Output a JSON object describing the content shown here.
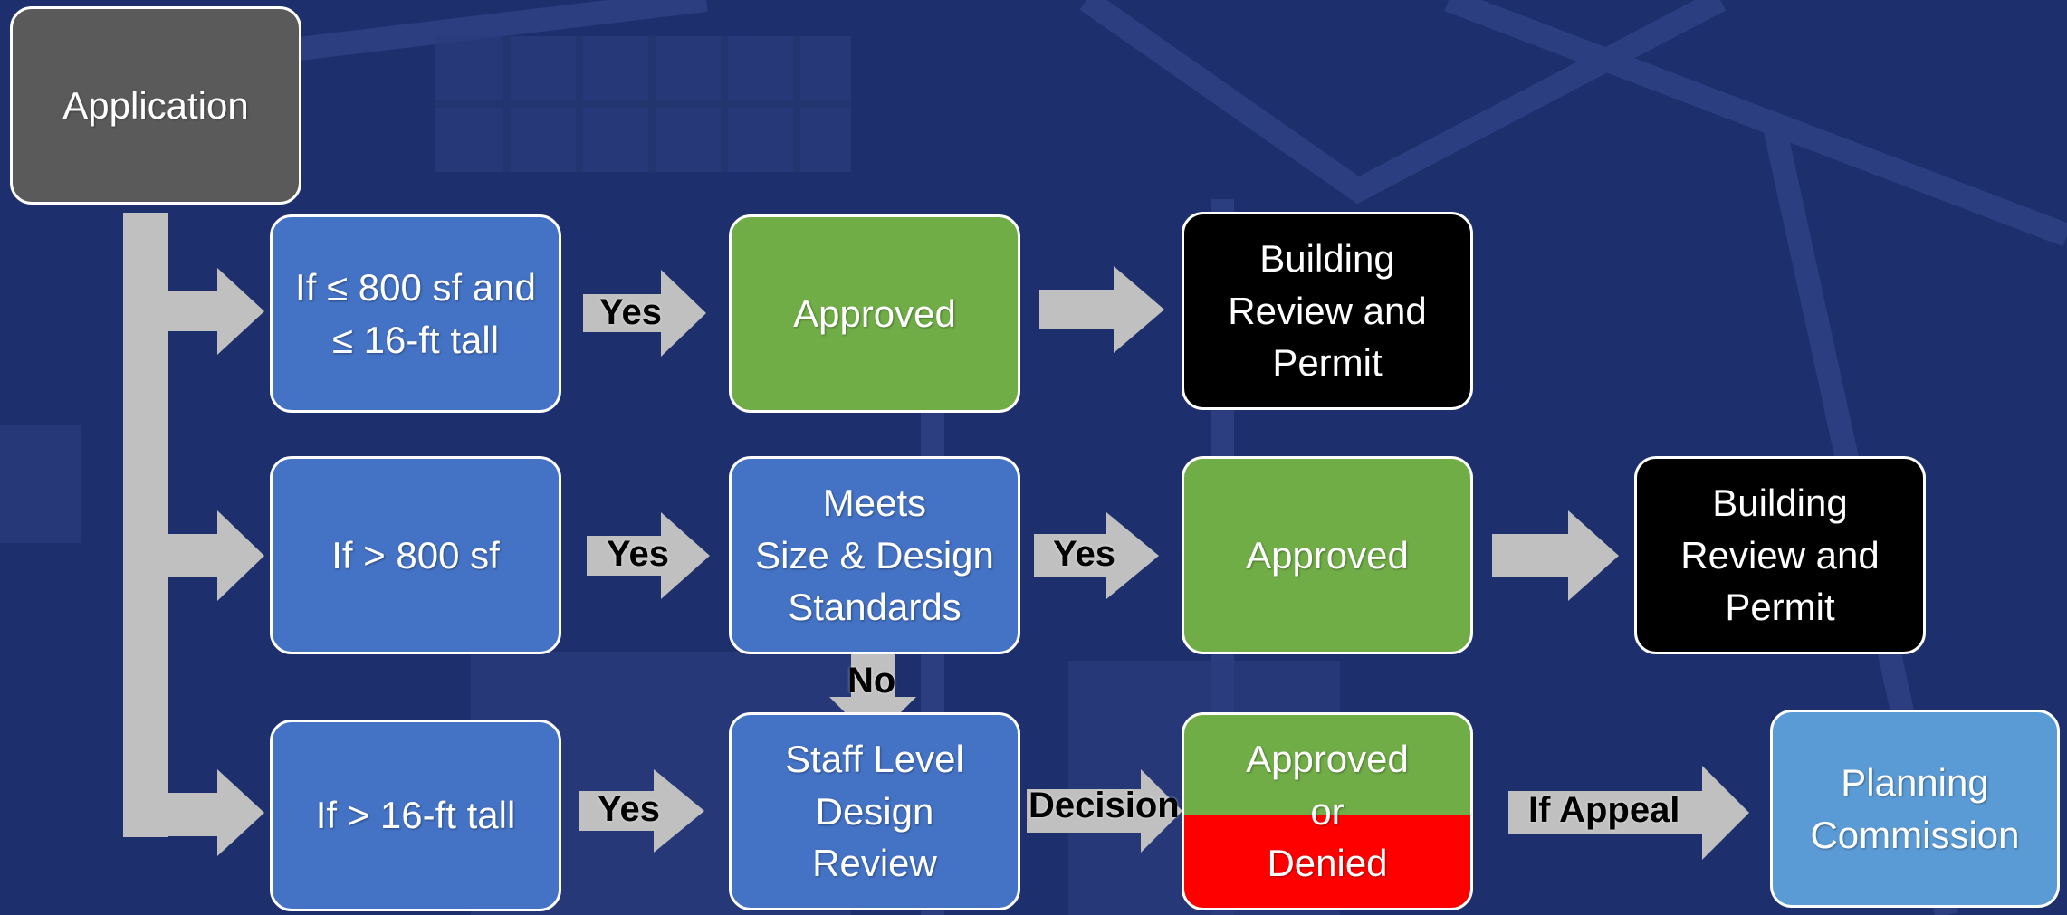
{
  "colors": {
    "background": "#1e2f6e",
    "arrow": "#c0c0c0",
    "application_box": "#5a5a5a",
    "condition_box": "#4472c4",
    "approved_box": "#70ad47",
    "denied_box": "#ff0000",
    "permit_box": "#000000",
    "commission_box": "#5b9bd5"
  },
  "nodes": {
    "application": "Application",
    "cond_small": "If ≤ 800 sf and\n≤ 16-ft tall",
    "cond_area": "If > 800 sf",
    "cond_height": "If > 16-ft tall",
    "approved_1": "Approved",
    "permit_1": "Building\nReview and\nPermit",
    "meets_standards": "Meets\nSize & Design\nStandards",
    "approved_2": "Approved",
    "permit_2": "Building\nReview and\nPermit",
    "staff_review": "Staff Level\nDesign\nReview",
    "approved_or_denied": "Approved\nor\nDenied",
    "planning_commission": "Planning\nCommission"
  },
  "edge_labels": {
    "yes_1": "Yes",
    "yes_2": "Yes",
    "yes_3": "Yes",
    "yes_4": "Yes",
    "no": "No",
    "decision": "Decision",
    "if_appeal": "If Appeal"
  }
}
